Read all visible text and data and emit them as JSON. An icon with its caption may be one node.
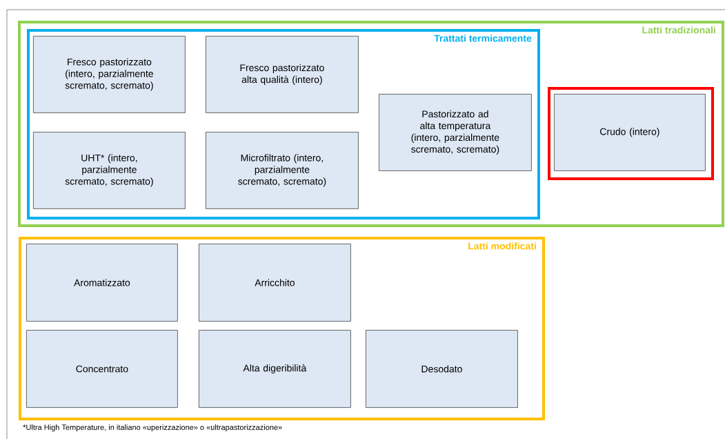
{
  "diagram": {
    "nodes": [
      {
        "text": [
          "Latti tradizionali"
        ]
      },
      {
        "text": [
          "Trattati termicamente"
        ],
        "in": 0
      },
      {
        "text": [
          "Fresco pastorizzato (intero, parzialmente scremato, scremato)"
        ],
        "in": 1
      },
      {
        "text": [
          "Fresco pastorizzato alta qualità (intero)"
        ],
        "in": 1
      },
      {
        "text": [
          "Pastorizzato ad alta temperatura (intero, parzialmente scremato, scremato)"
        ],
        "in": 1
      },
      {
        "text": [
          "UHT* (intero, parzialmente scremato, scremato)"
        ],
        "in": 1
      },
      {
        "text": [
          "Microfiltrato (intero, parzialmente scremato, scremato)"
        ],
        "in": 1
      },
      {
        "text": [],
        "shape": "box",
        "in": 0
      },
      {
        "text": [
          "Crudo (intero)"
        ],
        "in": 7
      },
      {
        "text": [
          "Latti modificati"
        ]
      },
      {
        "text": [
          "Aromatizzato"
        ],
        "in": 9
      },
      {
        "text": [
          "Arricchito"
        ],
        "in": 9
      },
      {
        "text": [
          "Concentrato"
        ],
        "in": 9
      },
      {
        "text": [
          "Alta digeribilità"
        ],
        "in": 9
      },
      {
        "text": [
          "Desodato"
        ],
        "in": 9
      }
    ],
    "edges": [],
    "labels": [
      "*Ultra High Temperature, in italiano «uperizzazione» o «ultrapastorizzazione»"
    ]
  }
}
